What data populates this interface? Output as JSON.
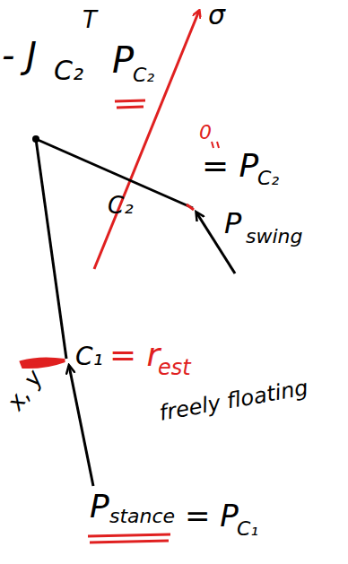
{
  "diagram": {
    "labels": [
      "σ",
      "- J",
      "T",
      "C₂",
      "P",
      "C₂",
      "C₂",
      "= P",
      "C₂",
      "0",
      "P",
      "swing",
      "C₁",
      "= r",
      "est",
      "x, y",
      "freely floating",
      "P",
      "stance",
      "= P",
      "C₁"
    ]
  }
}
